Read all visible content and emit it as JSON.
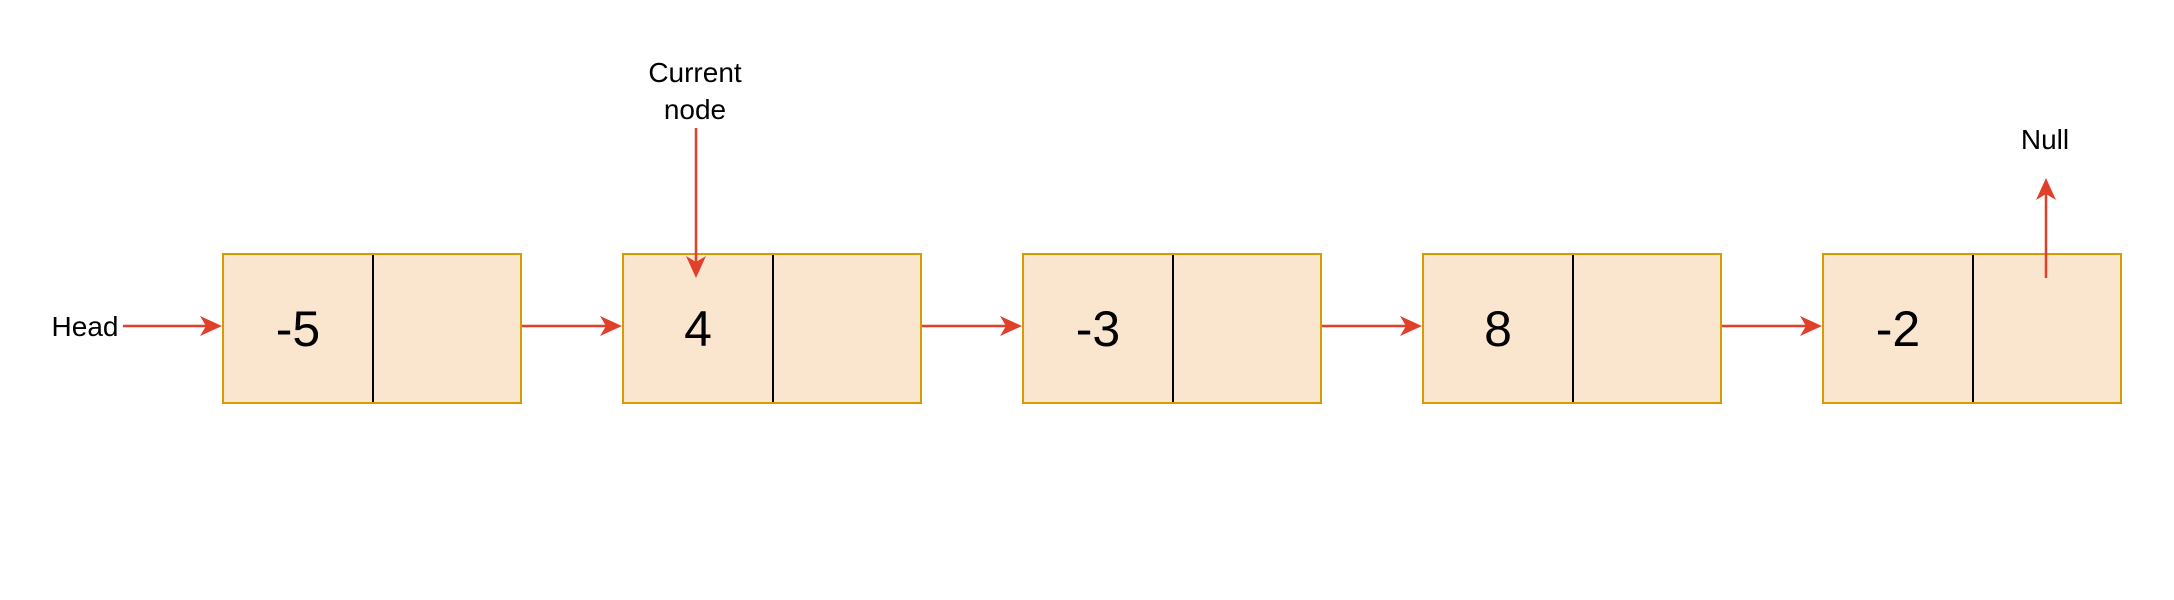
{
  "labels": {
    "head": "Head",
    "current_node": [
      "Current",
      "node"
    ],
    "null": "Null"
  },
  "nodes": [
    {
      "value": "-5"
    },
    {
      "value": "4"
    },
    {
      "value": "-3"
    },
    {
      "value": "8"
    },
    {
      "value": "-2"
    }
  ],
  "colors": {
    "node_fill": "#fae6cf",
    "node_border": "#d79b00",
    "arrow": "#e0402a",
    "divider": "#000000"
  }
}
